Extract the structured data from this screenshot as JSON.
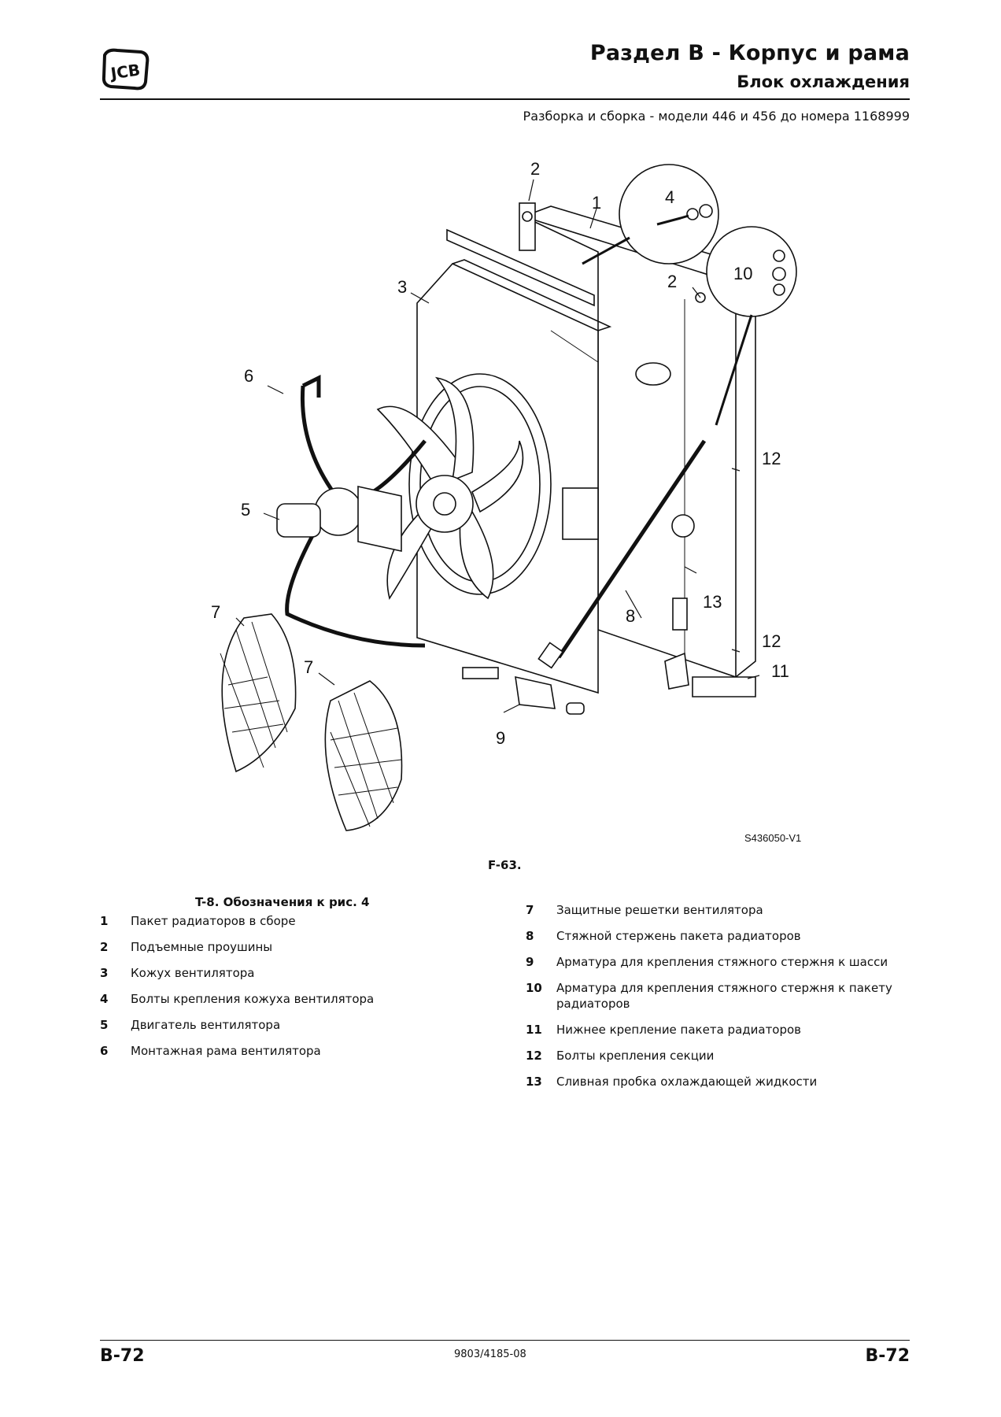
{
  "header": {
    "logo_text": "JCB",
    "section_title": "Раздел В - Корпус и рама",
    "subtitle": "Блок охлаждения",
    "procedure": "Разборка и сборка - модели 446 и 456 до номера 1168999"
  },
  "figure": {
    "code": "S436050-V1",
    "caption": "F-63.",
    "callouts": [
      "2",
      "1",
      "4",
      "3",
      "2",
      "10",
      "6",
      "12",
      "5",
      "13",
      "8",
      "7",
      "12",
      "11",
      "7",
      "9"
    ]
  },
  "table": {
    "title": "T-8. Обозначения к рис. 4",
    "left": [
      {
        "num": "1",
        "text": "Пакет радиаторов в сборе"
      },
      {
        "num": "2",
        "text": "Подъемные проушины"
      },
      {
        "num": "3",
        "text": "Кожух вентилятора"
      },
      {
        "num": "4",
        "text": "Болты крепления кожуха вентилятора"
      },
      {
        "num": "5",
        "text": "Двигатель вентилятора"
      },
      {
        "num": "6",
        "text": "Монтажная рама вентилятора"
      }
    ],
    "right": [
      {
        "num": "7",
        "text": "Защитные решетки вентилятора"
      },
      {
        "num": "8",
        "text": "Стяжной стержень пакета радиаторов"
      },
      {
        "num": "9",
        "text": "Арматура для крепления стяжного стержня к шасси"
      },
      {
        "num": "10",
        "text": "Арматура для крепления стяжного стержня к пакету радиаторов"
      },
      {
        "num": "11",
        "text": "Нижнее крепление пакета радиаторов"
      },
      {
        "num": "12",
        "text": "Болты крепления секции"
      },
      {
        "num": "13",
        "text": "Сливная пробка охлаждающей жидкости"
      }
    ]
  },
  "footer": {
    "page_left": "B-72",
    "doc_number": "9803/4185-08",
    "page_right": "B-72"
  }
}
